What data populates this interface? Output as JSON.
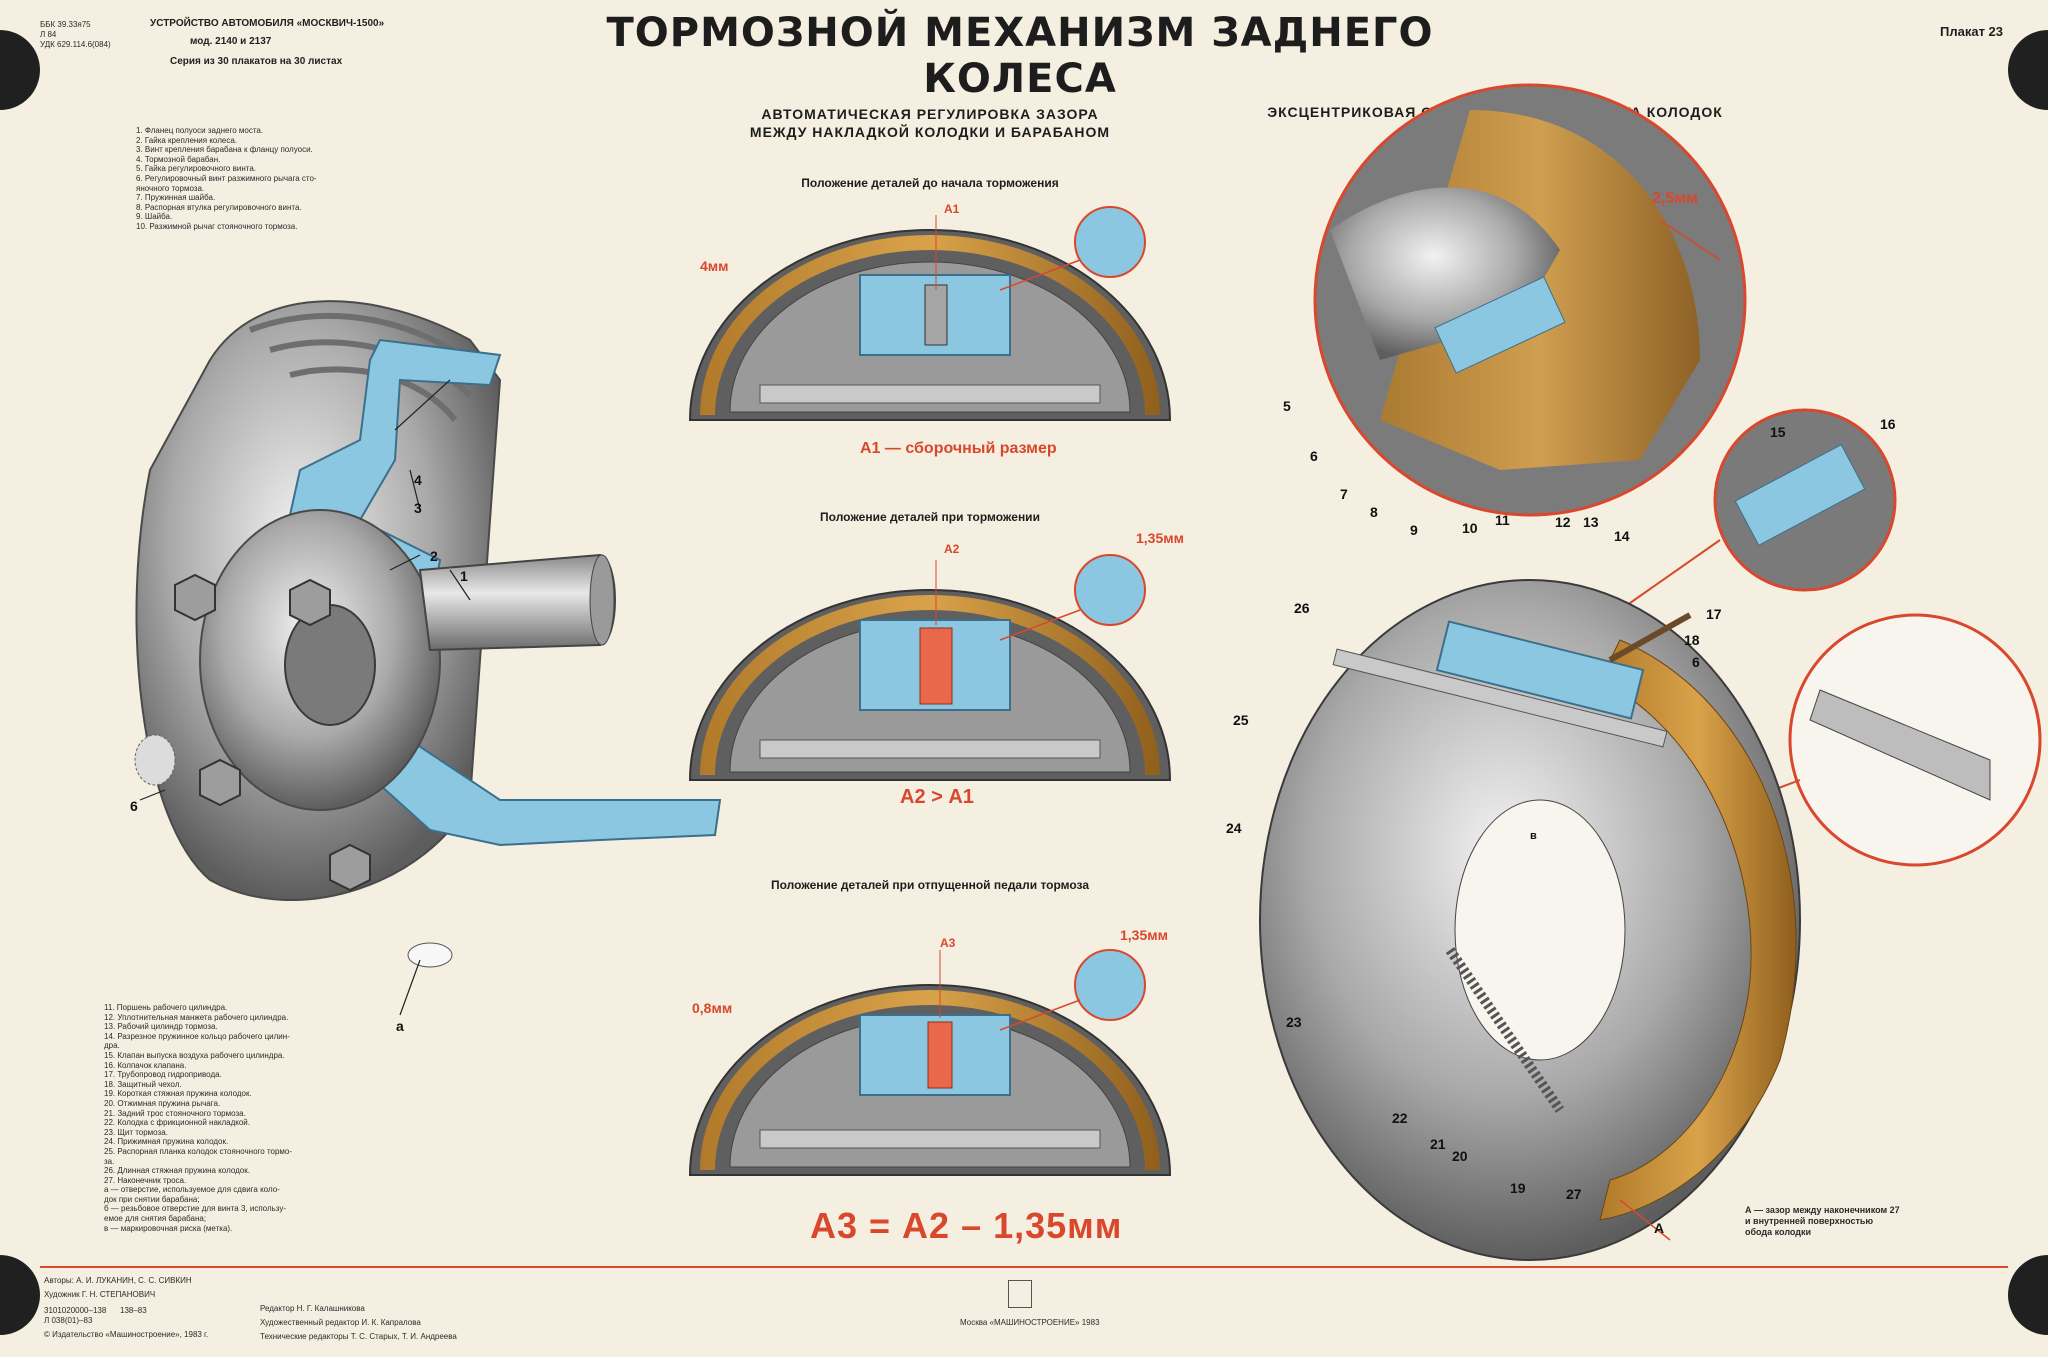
{
  "poster": {
    "title": "ТОРМОЗНОЙ МЕХАНИЗМ ЗАДНЕГО КОЛЕСА",
    "plate": "Плакат 23",
    "codes": [
      "ББК 39.33я75",
      "Л 84",
      "УДК 629.114.6(084)"
    ],
    "device": "УСТРОЙСТВО АВТОМОБИЛЯ «МОСКВИЧ-1500»",
    "model": "мод. 2140 и 2137",
    "series": "Серия из 30 плакатов на 30 листах"
  },
  "legend_top": [
    "1. Фланец полуоси заднего моста.",
    "2. Гайка крепления колеса.",
    "3. Винт крепления барабана к фланцу полуоси.",
    "4. Тормозной барабан.",
    "5. Гайка регулировочного винта.",
    "6. Регулировочный винт разжимного рычага сто-",
    "   яночного тормоза.",
    "7. Пружинная шайба.",
    "8. Распорная втулка регулировочного винта.",
    "9. Шайба.",
    "10. Разжимной рычаг стояночного тормоза."
  ],
  "legend_bottom": [
    "11. Поршень рабочего цилиндра.",
    "12. Уплотнительная манжета рабочего цилиндра.",
    "13. Рабочий цилиндр тормоза.",
    "14. Разрезное пружинное кольцо рабочего цилин-",
    "    дра.",
    "15. Клапан выпуска воздуха рабочего цилиндра.",
    "16. Колпачок клапана.",
    "17. Трубопровод гидропривода.",
    "18. Защитный чехол.",
    "19. Короткая стяжная пружина колодок.",
    "20. Отжимная пружина рычага.",
    "21. Задний трос стояночного тормоза.",
    "22. Колодка с фрикционной накладкой.",
    "23. Щит тормоза.",
    "24. Прижимная пружина колодок.",
    "25. Распорная планка колодок стояночного тормо-",
    "    за.",
    "26. Длинная стяжная пружина колодок.",
    "27. Наконечник троса.",
    "  а — отверстие, используемое для сдвига коло-",
    "      док при снятии барабана;",
    "  б — резьбовое отверстие для винта 3, использу-",
    "      емое для снятия барабана;",
    "  в — маркировочная риска (метка)."
  ],
  "center": {
    "heading_1": "АВТОМАТИЧЕСКАЯ РЕГУЛИРОВКА ЗАЗОРА",
    "heading_2": "МЕЖДУ НАКЛАДКОЙ КОЛОДКИ И БАРАБАНОМ",
    "panel1_caption": "Положение деталей до начала торможения",
    "panel2_caption": "Положение деталей при торможении",
    "panel3_caption": "Положение деталей при отпущенной педали тормоза",
    "dim_4mm": "4мм",
    "dim_135_a": "1,35мм",
    "dim_135_b": "1,35мм",
    "dim_08mm": "0,8мм",
    "a1_label": "А1",
    "a1_note": "А1 — сборочный размер",
    "a2_label": "А2",
    "a2_gt_a1": "А2 > А1",
    "a3_label": "А3",
    "formula": "А3 = А2 – 1,35мм"
  },
  "right": {
    "heading": "ЭКСЦЕНТРИКОВАЯ ОСЬ РАЗЖИМНОГО РЫЧАГА КОЛОДОК",
    "dim_25mm": "2,5мм",
    "gap_note_1": "А — зазор между наконечником 27",
    "gap_note_2": "и внутренней поверхностью",
    "gap_note_3": "обода колодки",
    "a_label": "А",
    "b_label": "в"
  },
  "left_callouts": {
    "n1": "1",
    "n2": "2",
    "n3": "3",
    "n4": "4",
    "n6": "6",
    "na": "а"
  },
  "right_callouts": [
    "5",
    "6",
    "7",
    "8",
    "9",
    "10",
    "11",
    "12",
    "13",
    "14",
    "15",
    "16",
    "17",
    "18",
    "6",
    "19",
    "20",
    "21",
    "22",
    "23",
    "24",
    "25",
    "26",
    "27"
  ],
  "credits": {
    "authors": "Авторы: А. И. ЛУКАНИН, С. С. СИВКИН",
    "artist": "Художник Г. Н. СТЕПАНОВИЧ",
    "code1": "3101020000–138",
    "code2": "Л 038(01)–83",
    "code_num": "138–83",
    "publisher_c": "© Издательство «Машиностроение», 1983 г.",
    "editor": "Редактор Н. Г. Калашникова",
    "art_editor": "Художественный редактор И. К. Капралова",
    "tech_editors": "Технические редакторы Т. С. Старых, Т. И. Андреева",
    "imprint": "Москва «МАШИНОСТРОЕНИЕ» 1983"
  }
}
